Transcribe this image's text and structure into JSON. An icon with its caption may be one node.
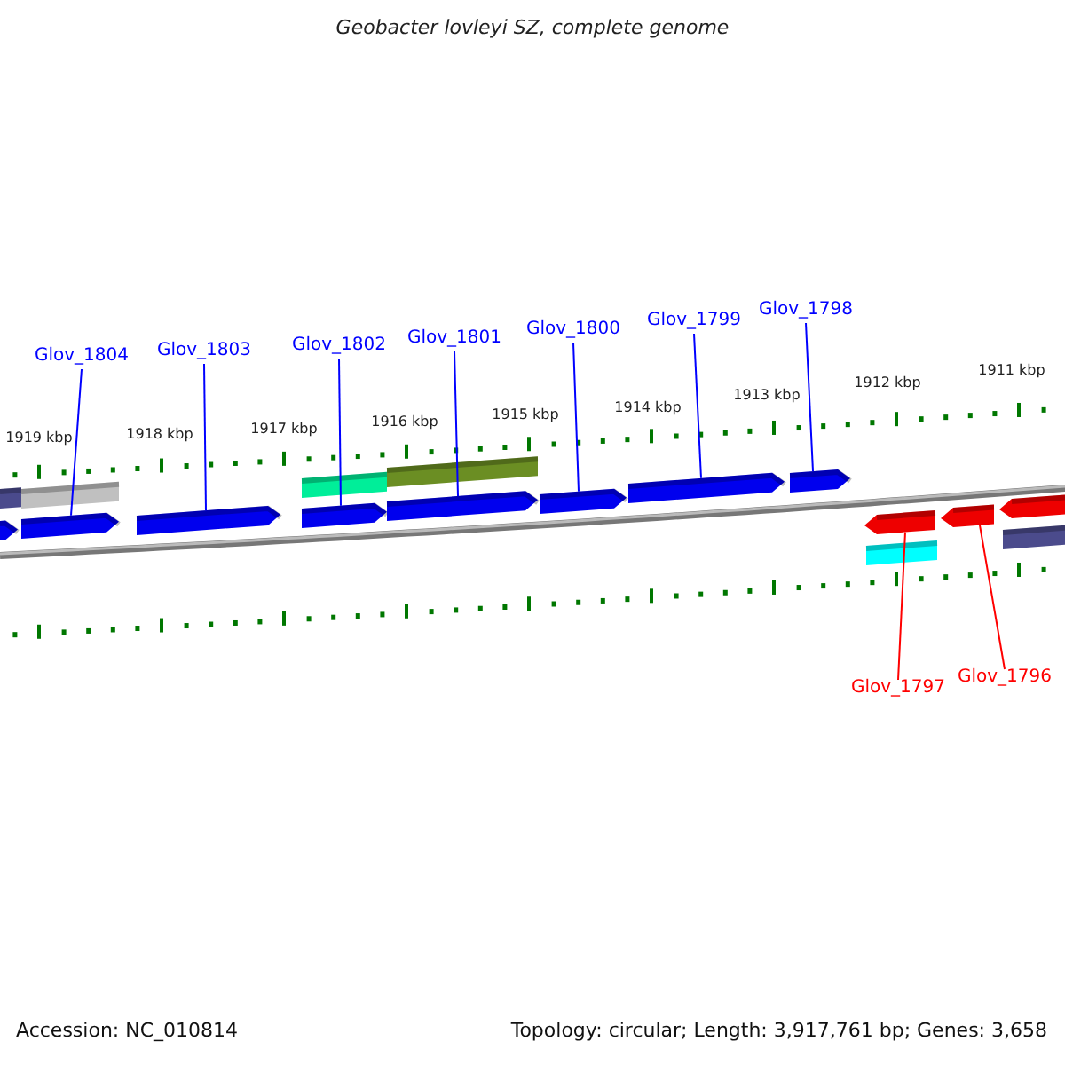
{
  "diagram": {
    "title": "Geobacter lovleyi SZ, complete genome",
    "nodes": [
      {
        "text": [
          "Glov_1804"
        ]
      },
      {
        "text": [
          "Glov_1803"
        ]
      },
      {
        "text": [
          "Glov_1802"
        ]
      },
      {
        "text": [
          "Glov_1801"
        ]
      },
      {
        "text": [
          "Glov_1800"
        ]
      },
      {
        "text": [
          "Glov_1799"
        ]
      },
      {
        "text": [
          "Glov_1798"
        ]
      },
      {
        "text": [
          "Glov_1797"
        ]
      },
      {
        "text": [
          "Glov_1796"
        ]
      },
      {
        "text": [],
        "shape": "arrow"
      },
      {
        "text": [],
        "shape": "arrow"
      },
      {
        "text": [],
        "shape": "arrow"
      },
      {
        "text": [],
        "shape": "arrow"
      },
      {
        "text": [],
        "shape": "arrow"
      },
      {
        "text": [],
        "shape": "arrow"
      },
      {
        "text": [],
        "shape": "arrow"
      },
      {
        "text": [],
        "shape": "arrow"
      },
      {
        "text": [],
        "shape": "arrow"
      }
    ],
    "edges": [
      {
        "from": 0,
        "to": 9,
        "arrow": "none"
      },
      {
        "from": 1,
        "to": 10,
        "arrow": "none"
      },
      {
        "from": 2,
        "to": 11,
        "arrow": "none"
      },
      {
        "from": 3,
        "to": 12,
        "arrow": "none"
      },
      {
        "from": 4,
        "to": 13,
        "arrow": "none"
      },
      {
        "from": 5,
        "to": 14,
        "arrow": "none"
      },
      {
        "from": 6,
        "to": 15,
        "arrow": "none"
      },
      {
        "from": 7,
        "to": 16,
        "arrow": "none",
        "color": "#ff0000"
      },
      {
        "from": 8,
        "to": 17,
        "arrow": "none",
        "color": "#ff0000"
      }
    ],
    "labels": [
      "1919 kbp",
      "1918 kbp",
      "1917 kbp",
      "1916 kbp",
      "1915 kbp",
      "1914 kbp",
      "1913 kbp",
      "1912 kbp",
      "1911 kbp",
      "Accession: NC_010814",
      "Topology: circular; Length: 3,917,761 bp; Genes: 3,658"
    ]
  }
}
